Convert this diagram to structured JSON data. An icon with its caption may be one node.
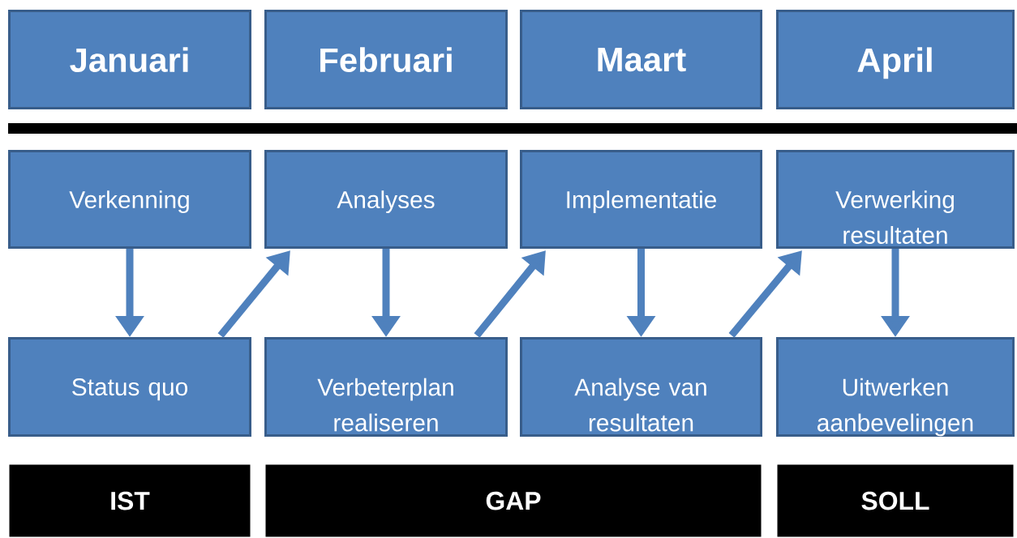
{
  "diagram": {
    "nodes": [
      {
        "text": [
          "Januari"
        ]
      },
      {
        "text": [
          "Februari"
        ]
      },
      {
        "text": [
          "Maart"
        ]
      },
      {
        "text": [
          "April"
        ]
      },
      {
        "text": [
          "Verkenning"
        ]
      },
      {
        "text": [
          "Analyses"
        ]
      },
      {
        "text": [
          "Implementatie"
        ]
      },
      {
        "text": [
          "Verwerking resultaten"
        ]
      },
      {
        "text": [
          "Status quo"
        ]
      },
      {
        "text": [
          "Verbeterplan realiseren"
        ]
      },
      {
        "text": [
          "Analyse van resultaten"
        ]
      },
      {
        "text": [
          "Uitwerken aanbevelingen"
        ]
      },
      {
        "text": [
          "IST"
        ]
      },
      {
        "text": [
          "GAP"
        ]
      },
      {
        "text": [
          "SOLL"
        ]
      }
    ],
    "edges": [
      {
        "from": 4,
        "to": 8,
        "arrow": "to"
      },
      {
        "from": 8,
        "to": 5,
        "arrow": "to"
      },
      {
        "from": 5,
        "to": 9,
        "arrow": "to"
      },
      {
        "from": 9,
        "to": 6,
        "arrow": "to"
      },
      {
        "from": 6,
        "to": 10,
        "arrow": "to"
      },
      {
        "from": 10,
        "to": 7,
        "arrow": "to"
      },
      {
        "from": 7,
        "to": 11,
        "arrow": "to"
      }
    ]
  }
}
